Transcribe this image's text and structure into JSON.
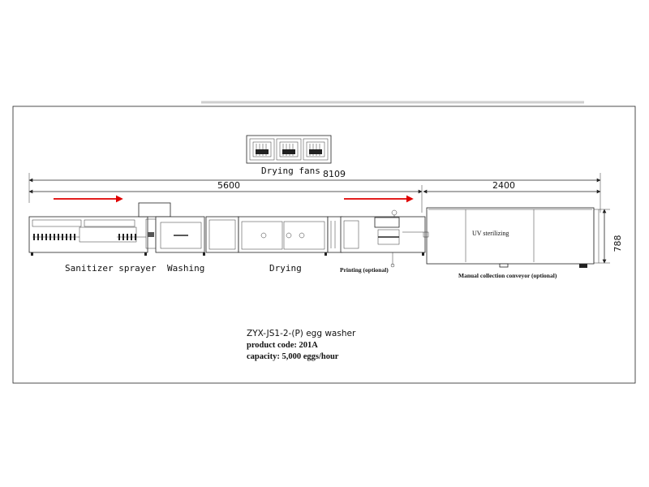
{
  "labels": {
    "fans": "Drying fans",
    "sanitizer": "Sanitizer sprayer",
    "washing": "Washing",
    "drying": "Drying",
    "printing": "Printing (optional)",
    "uv": "UV sterilizing",
    "conveyor": "Manual collection conveyor (optional)"
  },
  "dimensions": {
    "total": "8109",
    "main": "5600",
    "conveyor": "2400",
    "height": "788"
  },
  "product": {
    "model": "ZYX-JS1-2-(P) egg washer",
    "code": "product code: 201A",
    "capacity": "capacity: 5,000 eggs/hour"
  },
  "colors": {
    "flow_arrow": "#e00000",
    "line": "#222222"
  }
}
